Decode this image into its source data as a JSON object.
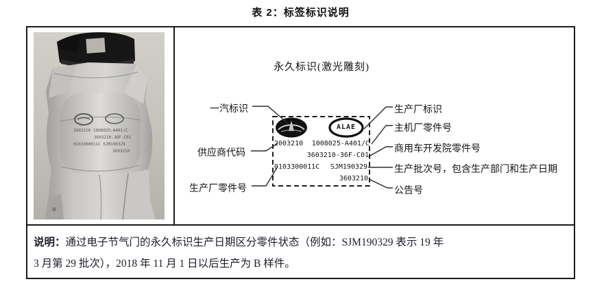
{
  "page": {
    "title": "表 2：标签标识说明"
  },
  "diagram": {
    "title": "永久标识(激光雕刻)",
    "left_labels": [
      {
        "text": "一汽标识"
      },
      {
        "text": "供应商代码"
      },
      {
        "text": "生产厂零件号"
      }
    ],
    "right_labels": [
      {
        "text": "生产厂标识"
      },
      {
        "text": "主机厂零件号"
      },
      {
        "text": "商用车开发院零件号"
      },
      {
        "text": "生产批次号，包含生产部门和生产日期"
      },
      {
        "text": "公告号"
      }
    ],
    "plate": {
      "faw_logo": "faw-winged-emblem",
      "logo_text": "ALAE",
      "codes": {
        "supplier_code": "2003210",
        "oem_part_number": "1008025-A401/C",
        "cvdi_part_number": "3603210-36F-C01",
        "mfr_part_number": "0103300011C",
        "batch_number": "SJM190329",
        "announcement_number": "3603210"
      }
    }
  },
  "photo": {
    "subject": "electronic-throttle-body-casting",
    "markings": [
      "3603210  1008025-A401/C",
      "3603210-36F-C01",
      "0103300011C  SJM190329",
      "3603210"
    ]
  },
  "note": {
    "label": "说明：",
    "line1": "通过电子节气门的永久标识生产日期区分零件状态（例如：SJM190329 表示 19 年",
    "line2": "3 月第 29 批次），2018 年 11 月 1 日以后生产为 B 样件。"
  },
  "colors": {
    "border": "#1a1a1a",
    "text": "#1c1c28",
    "photo_background": "#c9c6c0",
    "casting_metal": "#bdbcba",
    "connector_black": "#161616"
  }
}
